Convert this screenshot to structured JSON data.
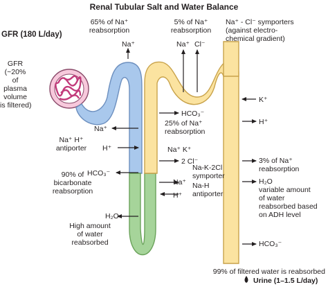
{
  "title": "Renal Tubular Salt and Water Balance",
  "colors": {
    "proximal": "#a9c8ec",
    "proximal_edge": "#6c8fbf",
    "loop": "#a6d49a",
    "loop_edge": "#6aa25a",
    "distal": "#fbe3a0",
    "distal_edge": "#c8a24a",
    "glomerulus": "#d04a86",
    "capsule": "#f7c9dc",
    "arrow": "#231f20"
  },
  "labels": {
    "gfr": "GFR (180 L/day)",
    "gfr_note": [
      "GFR",
      "(~20%",
      "of",
      "plasma",
      "volume",
      "is filtered)"
    ],
    "na_reabs_65": [
      "65% of Na⁺",
      "reabsorption"
    ],
    "na_reabs_5": [
      "5% of Na⁺",
      "reabsorption"
    ],
    "symporters": [
      "Na⁺ - Cl⁻ symporters",
      "(against electro-",
      "chemical gradient)"
    ],
    "na_h_antiporter": [
      "Na⁺ H⁺",
      "antiporter"
    ],
    "bicarb_90": [
      "90% of",
      "bicarbonate",
      "reabsorption"
    ],
    "water_high": [
      "High amount",
      "of water",
      "reabsorbed"
    ],
    "na_reabs_25": [
      "25% of Na⁺",
      "reabsorption"
    ],
    "nak2cl": [
      "Na-K-2Cl",
      "symporter"
    ],
    "nah_antiporter": [
      "Na-H",
      "antiporter"
    ],
    "na_reabs_3": [
      "3% of Na⁺",
      "reabsorption"
    ],
    "water_variable": [
      "variable amount",
      "of water",
      "reabsorbed based",
      "on ADH level"
    ],
    "filtered_water": "99% of filtered water is reabsorbed",
    "urine": "Urine (1–1.5 L/day)"
  },
  "ions": {
    "na_top_left": "Na⁺",
    "na_top_mid": "Na⁺",
    "cl_top_mid": "Cl⁻",
    "na_prox": "Na⁺",
    "h_prox": "H⁺",
    "hco3_prox": "HCO₃⁻",
    "h2o_loop": "H₂O",
    "hco3_asc": "HCO₃⁻",
    "na_k": "Na⁺ K⁺",
    "two_cl": "2 Cl⁻",
    "na_asc": "Na⁺",
    "h_asc": "H⁺",
    "k_distal": "K⁺",
    "h_distal": "H⁺",
    "h2o_distal": "H₂O",
    "hco3_distal": "HCO₃⁻"
  }
}
